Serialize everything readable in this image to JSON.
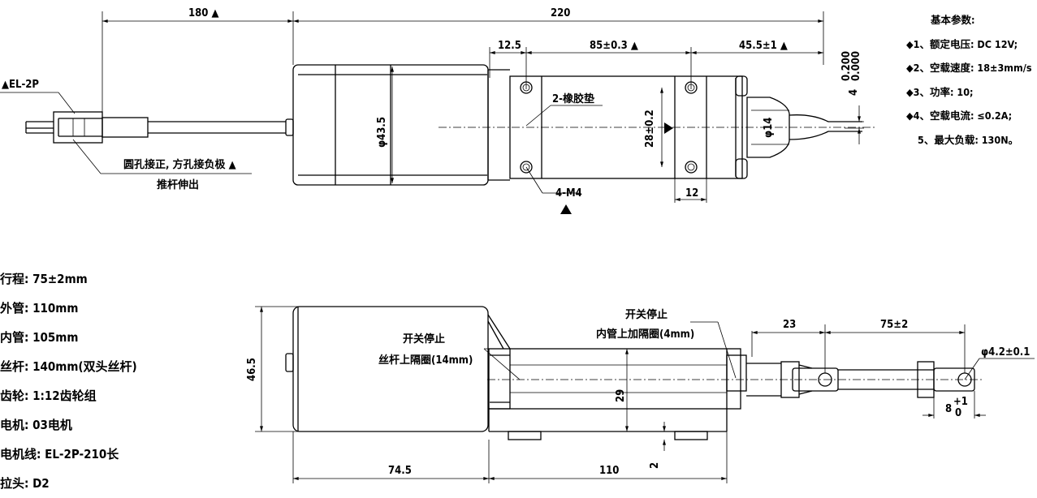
{
  "top_view": {
    "dim_180": "180 ▲",
    "dim_220": "220",
    "dim_12_5": "12.5",
    "dim_85": "85±0.3 ▲",
    "dim_45_5": "45.5±1 ▲",
    "tol_upper": "0.200",
    "tol_lower": "0.000",
    "dim_4": "4",
    "connector_label": "▲EL-2P",
    "phi43": "φ43.5",
    "rubber_pad": "2-橡胶垫",
    "dim_28": "28±0.2",
    "phi14": "φ14",
    "hole_label": "4-M4",
    "dim_12": "12",
    "polarity_note": "圆孔接正, 方孔接负极 ▲",
    "push_note": "推杆伸出"
  },
  "side_view": {
    "dim_46_5": "46.5",
    "switch_stop_1": "开关停止",
    "switch_note_1": "丝杆上隔圈(14mm)",
    "switch_stop_2": "开关停止",
    "switch_note_2": "内管上加隔圈(4mm)",
    "dim_23": "23",
    "dim_75": "75±2",
    "phi4_2": "φ4.2±0.1",
    "dim_8": "8",
    "dim_8_tol_upper": "+1",
    "dim_8_tol_lower": "0",
    "dim_29": "29",
    "dim_2": "2",
    "dim_74_5": "74.5",
    "dim_110": "110"
  },
  "parameters": {
    "heading": "基本参数:",
    "items": [
      "◆1、额定电压: DC 12V;",
      "◆2、空载速度: 18±3mm/s",
      "◆3、功率: 10;",
      "◆4、空载电流: ≤0.2A;",
      "5、最大负载: 130N。"
    ]
  },
  "specs": [
    "行程: 75±2mm",
    "外管: 110mm",
    "内管: 105mm",
    "丝杆: 140mm(双头丝杆)",
    "齿轮: 1:12齿轮组",
    "电机: 03电机",
    "电机线: EL-2P-210长",
    "拉头: D2"
  ]
}
